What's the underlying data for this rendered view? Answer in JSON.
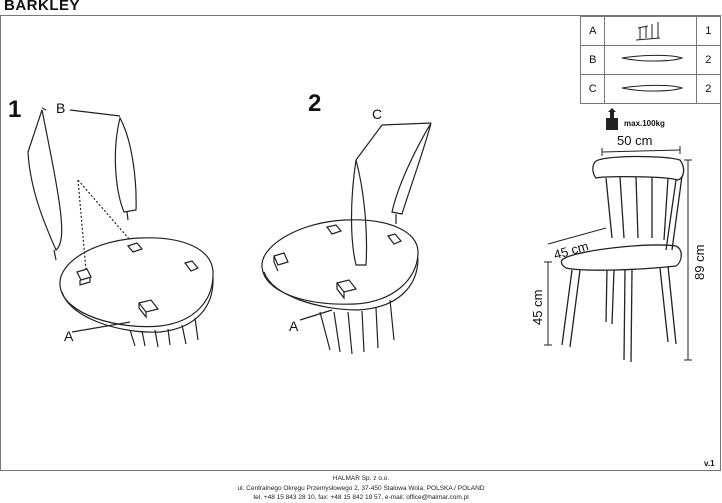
{
  "document": {
    "title": "BARKLEY",
    "version": "v.1"
  },
  "steps": [
    {
      "number": "1",
      "part_labels": [
        "B",
        "A"
      ]
    },
    {
      "number": "2",
      "part_labels": [
        "C",
        "A"
      ]
    }
  ],
  "parts_table": [
    {
      "code": "A",
      "qty": "1",
      "icon": "seat-with-backrest-icon"
    },
    {
      "code": "B",
      "qty": "2",
      "icon": "chair-leg-icon"
    },
    {
      "code": "C",
      "qty": "2",
      "icon": "chair-leg-icon"
    }
  ],
  "specs": {
    "max_load": "max.100kg",
    "width": "50 cm",
    "depth": "45 cm",
    "height": "89 cm",
    "seat_height": "45 cm"
  },
  "footer": {
    "company": "HALMAR Sp. z o.o.",
    "address": "ul. Centralnego Okręgu Przemysłowego 2, 37-450 Stalowa Wola, POLSKA / POLAND",
    "contact": "tel. +48 15 843 28 10, fax: +48 15 842 19 57, e-mail: office@halmar.com.pl"
  }
}
